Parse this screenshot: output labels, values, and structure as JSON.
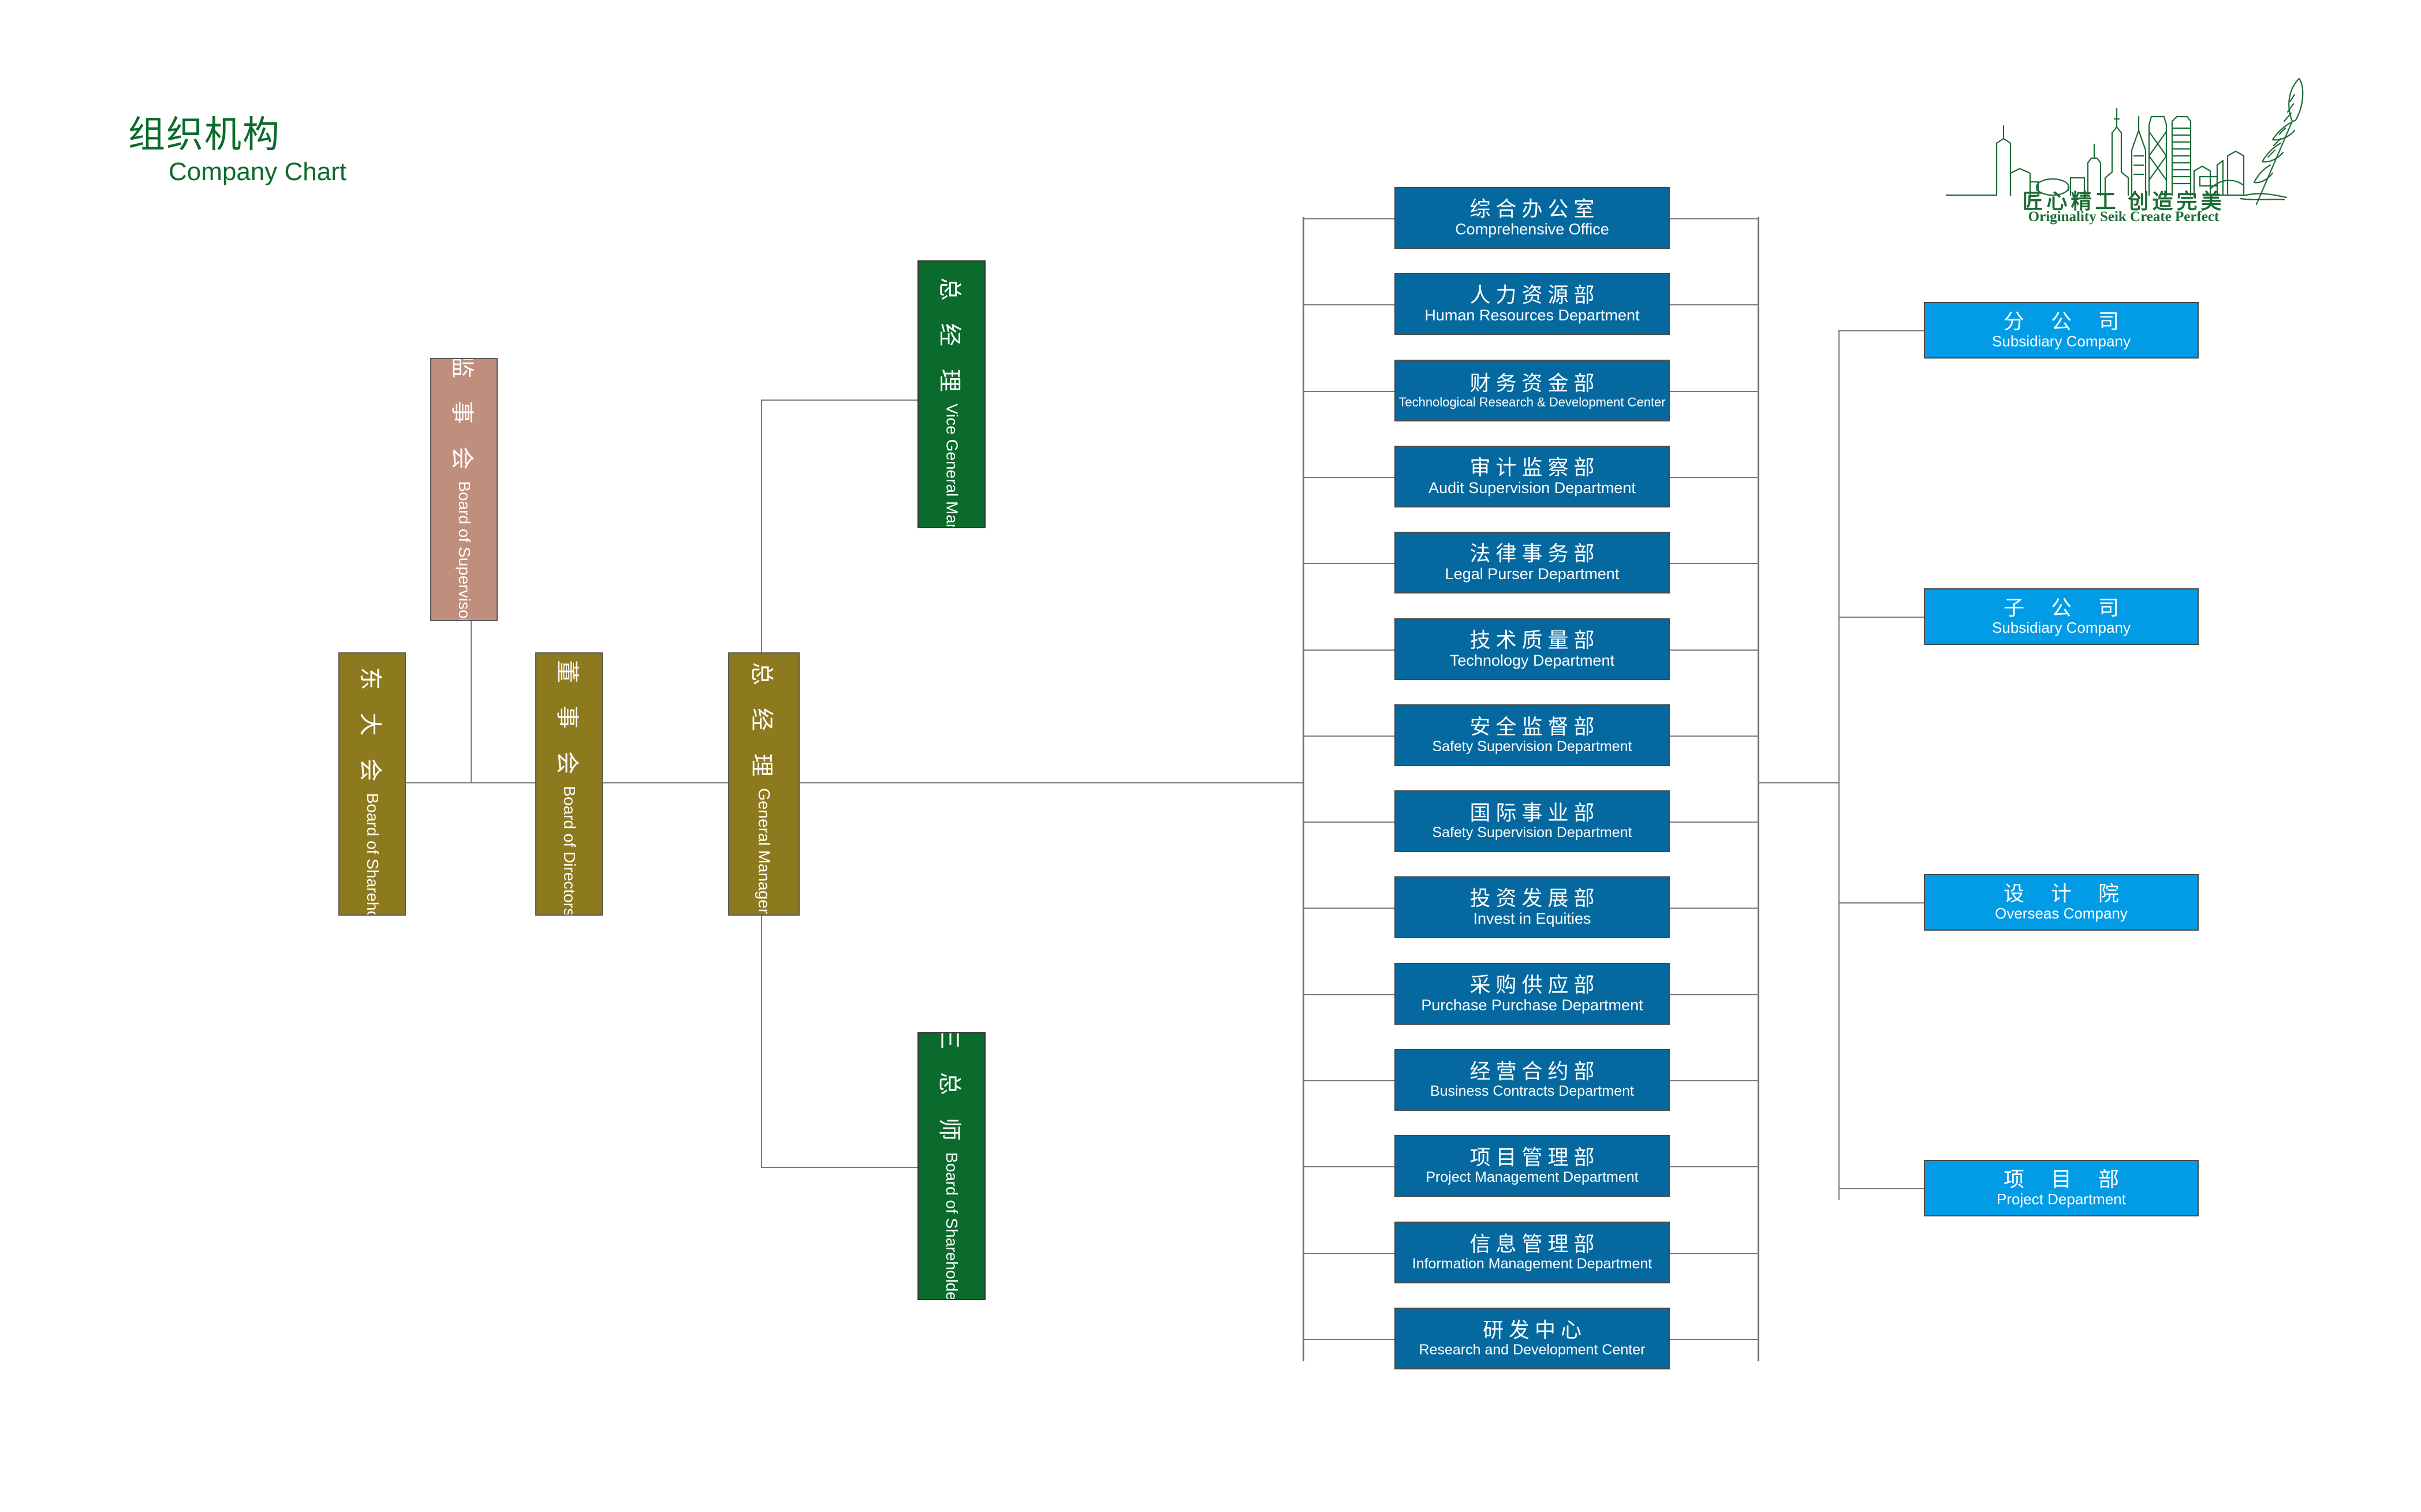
{
  "title": {
    "cn": "组织机构",
    "en": "Company Chart"
  },
  "logo": {
    "cn": "匠心精工 创造完美",
    "en": "Originality Seik   Create Perfect"
  },
  "colors": {
    "green": "#0B6B2C",
    "gold": "#8E7A1E",
    "rose": "#C08E7C",
    "dept_blue": "#0569A0",
    "unit_blue": "#029BE5",
    "line": "#7a7a7a"
  },
  "governance": [
    {
      "cn": "股 东 大 会",
      "en": "Board of Shareholders",
      "color": "gold"
    },
    {
      "cn": "董 事 会",
      "en": "Board of Directors",
      "color": "gold"
    },
    {
      "cn": "监 事 会",
      "en": "Board of Supervisors",
      "color": "rose"
    },
    {
      "cn": "总 经 理",
      "en": "General Manager",
      "color": "gold"
    },
    {
      "cn": "副 总 经 理",
      "en": "Vice General Manager",
      "color": "green"
    },
    {
      "cn": "三 总 师",
      "en": "Board of Shareholders",
      "color": "green"
    }
  ],
  "departments": [
    {
      "cn": "综合办公室",
      "en": "Comprehensive Office"
    },
    {
      "cn": "人力资源部",
      "en": "Human Resources Department"
    },
    {
      "cn": "财务资金部",
      "en": "Technological Research & Development Center"
    },
    {
      "cn": "审计监察部",
      "en": "Audit Supervision Department"
    },
    {
      "cn": "法律事务部",
      "en": "Legal Purser Department"
    },
    {
      "cn": "技术质量部",
      "en": "Technology Department"
    },
    {
      "cn": "安全监督部",
      "en": "Safety Supervision Department"
    },
    {
      "cn": "国际事业部",
      "en": "Safety Supervision Department"
    },
    {
      "cn": "投资发展部",
      "en": "Invest in Equities"
    },
    {
      "cn": "采购供应部",
      "en": "Purchase Purchase Department"
    },
    {
      "cn": "经营合约部",
      "en": "Business Contracts Department"
    },
    {
      "cn": "项目管理部",
      "en": "Project Management Department"
    },
    {
      "cn": "信息管理部",
      "en": "Information Management Department"
    },
    {
      "cn": "研发中心",
      "en": "Research and Development Center"
    }
  ],
  "units": [
    {
      "cn": "分 公 司",
      "en": "Subsidiary Company"
    },
    {
      "cn": "子 公 司",
      "en": "Subsidiary Company"
    },
    {
      "cn": "设 计 院",
      "en": "Overseas Company"
    },
    {
      "cn": "项 目 部",
      "en": "Project Department"
    }
  ]
}
